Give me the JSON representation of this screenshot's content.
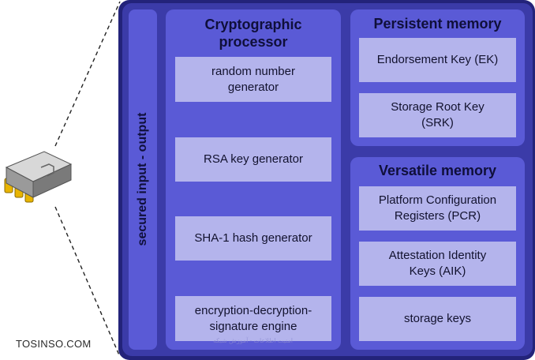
{
  "io_label": "secured input - output",
  "crypto": {
    "title": "Cryptographic processor",
    "items": [
      "random number generator",
      "RSA key generator",
      "SHA-1 hash generator",
      "encryption-decryption-signature engine"
    ]
  },
  "persistent": {
    "title": "Persistent memory",
    "items": [
      "Endorsement Key (EK)",
      "Storage Root Key (SRK)"
    ]
  },
  "versatile": {
    "title": "Versatile memory",
    "items": [
      "Platform Configuration Registers (PCR)",
      "Attestation Identity Keys (AIK)",
      "storage keys"
    ]
  },
  "brand": "TOSINSO.COM",
  "watermark": "امنیت اطلاعات - آموزش شبکه"
}
